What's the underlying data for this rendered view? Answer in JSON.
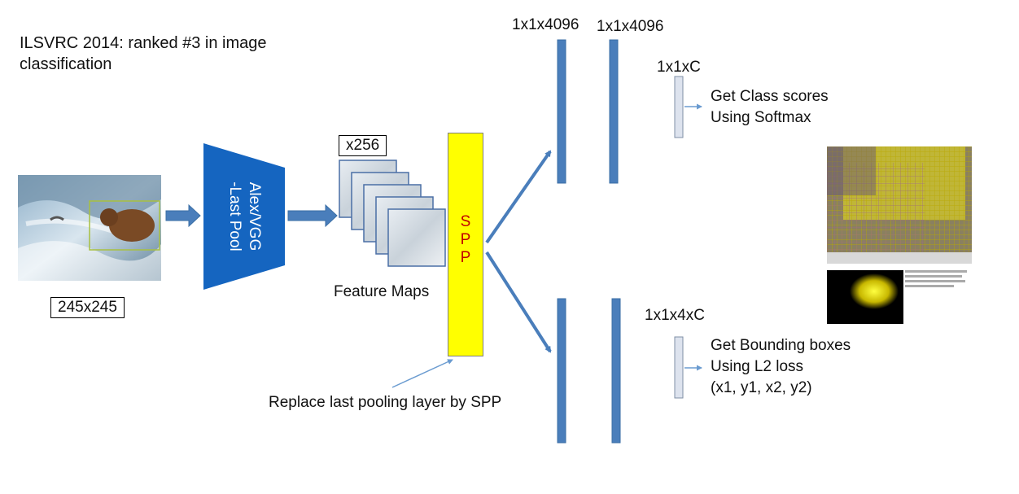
{
  "header": {
    "line1": "ILSVRC 2014: ranked #3 in image",
    "line2": "classification"
  },
  "input": {
    "size_label": "245x245"
  },
  "network": {
    "line1": "Alex/VGG",
    "line2": "-Last Pool"
  },
  "feature_maps": {
    "count_label": "x256",
    "caption": "Feature Maps"
  },
  "spp": {
    "letters": [
      "S",
      "P",
      "P"
    ],
    "annotation": "Replace last pooling layer by SPP"
  },
  "classification_branch": {
    "fc1_label": "1x1x4096",
    "fc2_label": "1x1x4096",
    "out_label": "1x1xC",
    "desc_line1": "Get Class scores",
    "desc_line2": "Using Softmax"
  },
  "regression_branch": {
    "out_label": "1x1x4xC",
    "desc_line1": "Get Bounding boxes",
    "desc_line2": "Using L2 loss",
    "desc_line3": "(x1, y1, x2, y2)"
  },
  "colors": {
    "blue": "#1565c0",
    "bar_blue": "#4a7ebb",
    "arrow_blue": "#4a7ebb",
    "spp_fill": "#ffff00",
    "spp_text": "#c00000",
    "out_bar": "#dde3ee"
  }
}
